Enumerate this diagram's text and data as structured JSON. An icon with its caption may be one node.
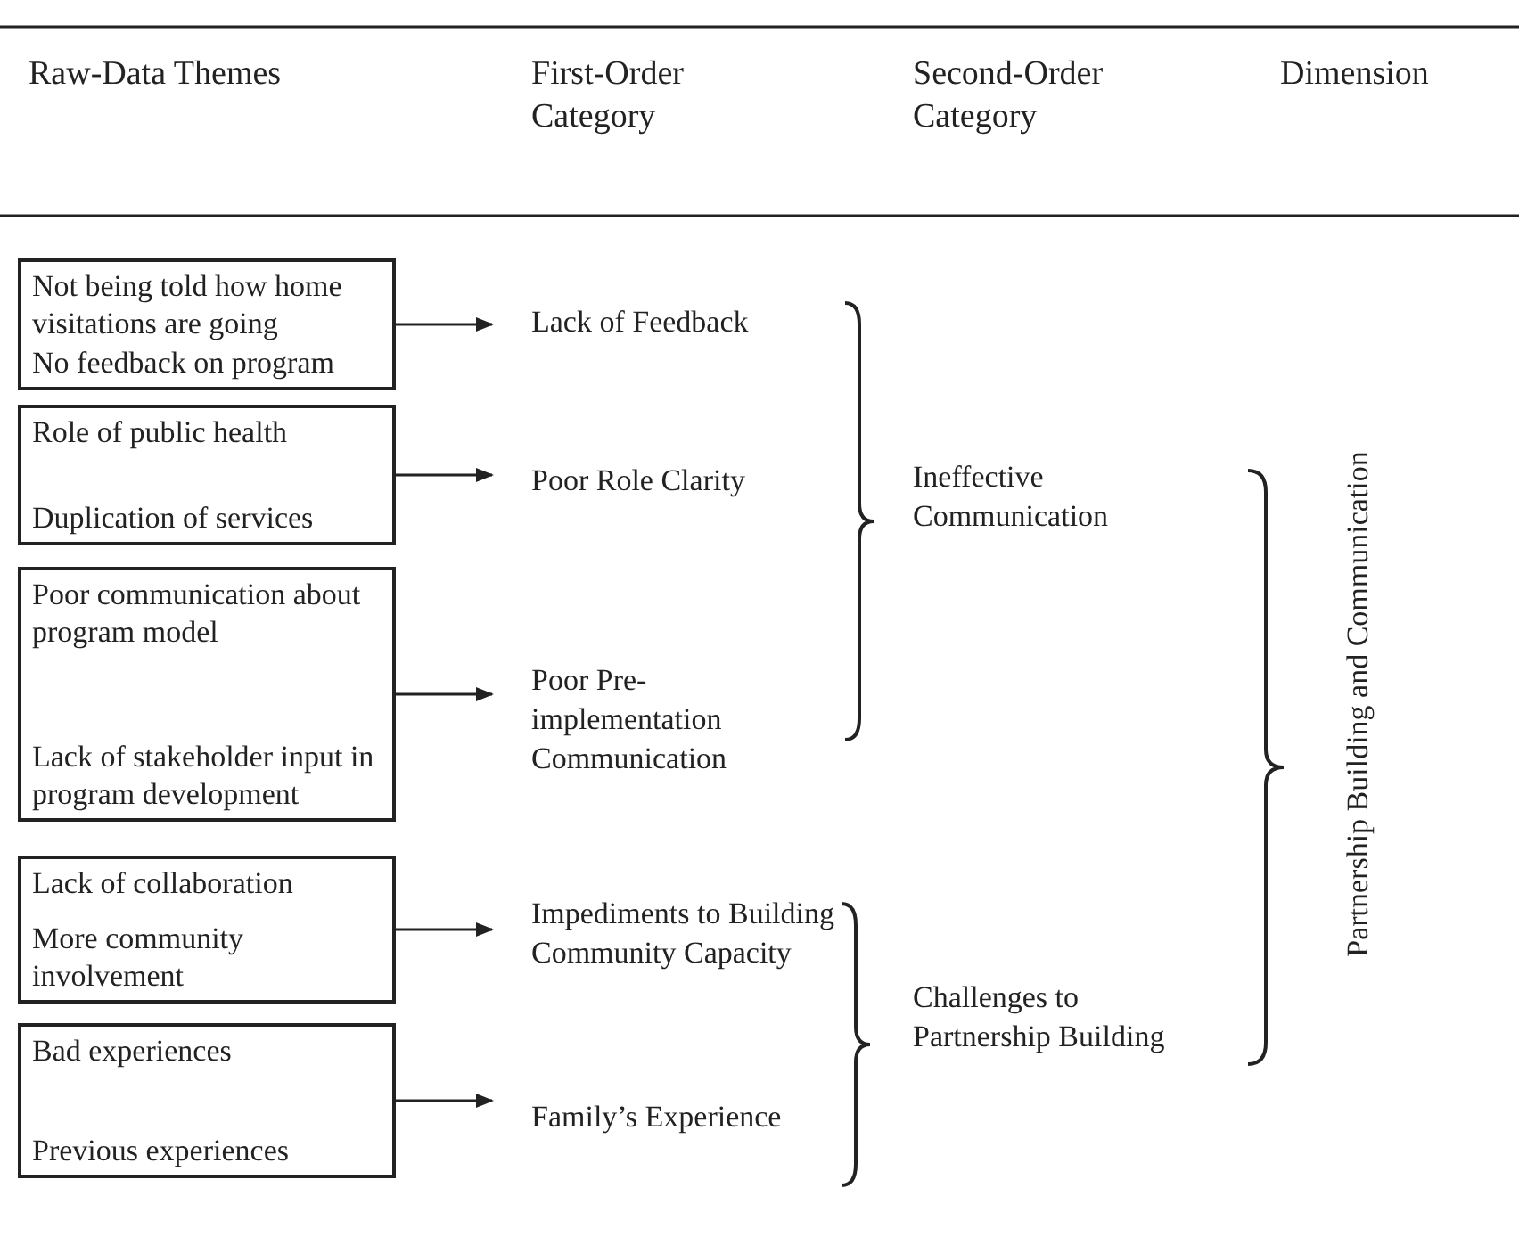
{
  "diagram": {
    "nodes": [
      {
        "text": [
          "Not being told how home visitations are going",
          "No feedback on program"
        ]
      },
      {
        "text": [
          "Role of public health",
          "Duplication of services"
        ]
      },
      {
        "text": [
          "Poor communication about program model",
          "Lack of stakeholder input in program development"
        ]
      },
      {
        "text": [
          "Lack of collaboration",
          "More community involvement"
        ]
      },
      {
        "text": [
          "Bad experiences",
          "Previous experiences"
        ]
      },
      {
        "text": [
          "Lack of Feedback"
        ]
      },
      {
        "text": [
          "Poor Role Clarity"
        ]
      },
      {
        "text": [
          "Poor Pre-implementation Communication"
        ]
      },
      {
        "text": [
          "Impediments to Building Community Capacity"
        ]
      },
      {
        "text": [
          "Family’s Experience"
        ]
      }
    ],
    "edges": [
      {
        "from": 0,
        "to": 5,
        "arrow": "to"
      },
      {
        "from": 1,
        "to": 6,
        "arrow": "to"
      },
      {
        "from": 2,
        "to": 7,
        "arrow": "to"
      },
      {
        "from": 3,
        "to": 8,
        "arrow": "to"
      },
      {
        "from": 4,
        "to": 9,
        "arrow": "to"
      }
    ],
    "labels": [
      "Raw-Data Themes",
      "First-Order Category",
      "Second-Order Category",
      "Dimension",
      "Ineffective Communication",
      "Challenges to Partnership Building",
      "Partnership Building and Communication"
    ]
  }
}
